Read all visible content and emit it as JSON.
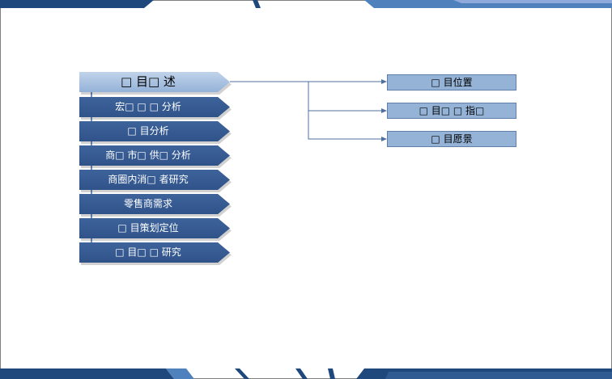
{
  "left_items": [
    {
      "label": "□ 目□ 述",
      "style": "light"
    },
    {
      "label": "宏□ □ □ 分析",
      "style": "dark"
    },
    {
      "label": "□ 目分析",
      "style": "dark"
    },
    {
      "label": "商□ 市□ 供□ 分析",
      "style": "dark"
    },
    {
      "label": "商圈内消□ 者研究",
      "style": "dark"
    },
    {
      "label": "零售商需求",
      "style": "dark"
    },
    {
      "label": "□ 目策划定位",
      "style": "dark"
    },
    {
      "label": "□ 目□ □ 研究",
      "style": "dark"
    }
  ],
  "right_items": [
    {
      "label": "□ 目位置"
    },
    {
      "label": "□ 目□ □ 指□"
    },
    {
      "label": "□ 目愿景"
    }
  ],
  "colors": {
    "dark_item": "#2f5389",
    "light_item": "#a9c1e0",
    "right_box": "#95b3d7",
    "banner": "#1f497d",
    "connector": "#4f6f9f"
  }
}
